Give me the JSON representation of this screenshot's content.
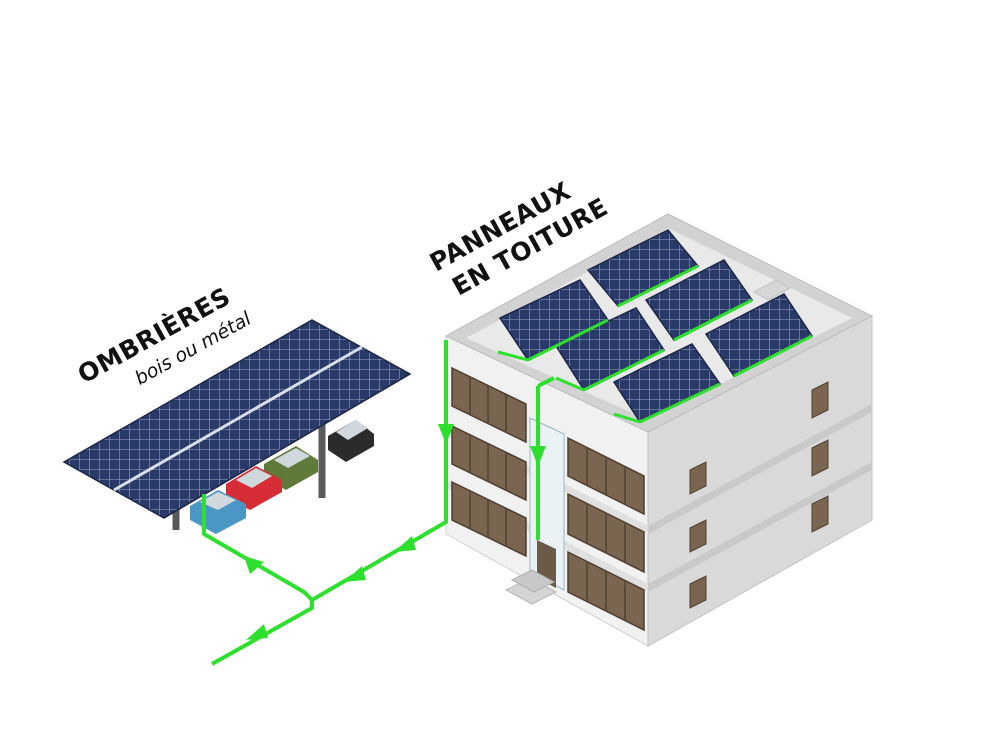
{
  "labels": {
    "carport_title": "OMBRIÈRES",
    "carport_subtitle": "bois ou métal",
    "roof_title_line1": "PANNEAUX",
    "roof_title_line2": "EN TOITURE"
  },
  "colors": {
    "flow_line": "#2ee02e",
    "panel": "#2a3a68",
    "panel_grid": "#9aa6c8",
    "building_top": "#e4e4e4",
    "building_left": "#f2f2f2",
    "building_right": "#dadada",
    "window_frame": "#6b5a48",
    "car_blue": "#4a96c4",
    "car_red": "#d62c36",
    "car_green": "#5f7a3a",
    "car_black": "#2b2b2b"
  }
}
